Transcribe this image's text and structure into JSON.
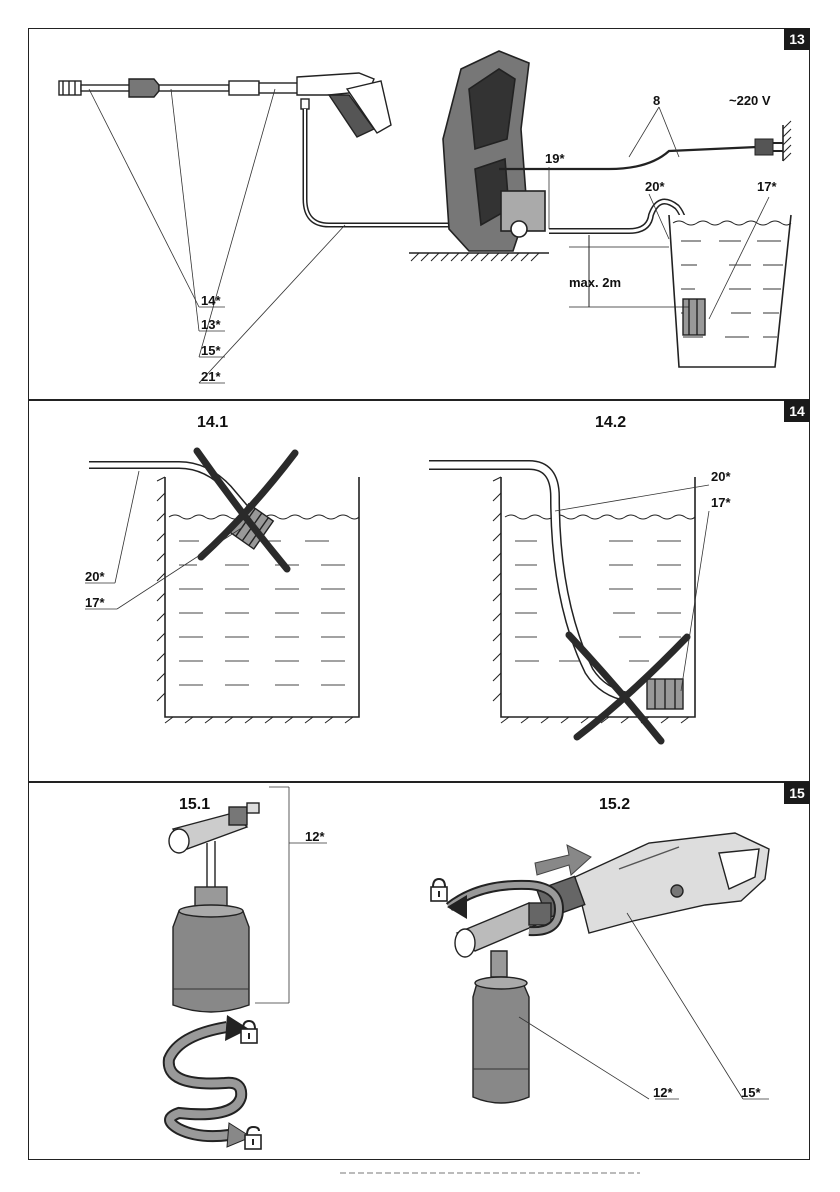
{
  "figures": [
    {
      "number": "13",
      "labels": {
        "cable": "8",
        "voltage": "~220 V",
        "inlet_coupling": "19*",
        "suction_hose": "20*",
        "suction_filter": "17*",
        "height_limit": "max. 2m",
        "nozzle": "14*",
        "lance": "13*",
        "gun": "15*",
        "pressure_hose": "21*"
      }
    },
    {
      "number": "14",
      "subfigures": [
        "14.1",
        "14.2"
      ],
      "labels_a": {
        "hose": "20*",
        "filter": "17*"
      },
      "labels_b": {
        "hose": "20*",
        "filter": "17*"
      }
    },
    {
      "number": "15",
      "subfigures": [
        "15.1",
        "15.2"
      ],
      "labels_a": {
        "bottle": "12*"
      },
      "labels_b": {
        "bottle": "12*",
        "gun": "15*"
      }
    }
  ],
  "icons": [
    "lock-icon",
    "unlock-icon",
    "cross-mark-icon",
    "push-arrow-icon",
    "rotate-arrow-icon"
  ]
}
